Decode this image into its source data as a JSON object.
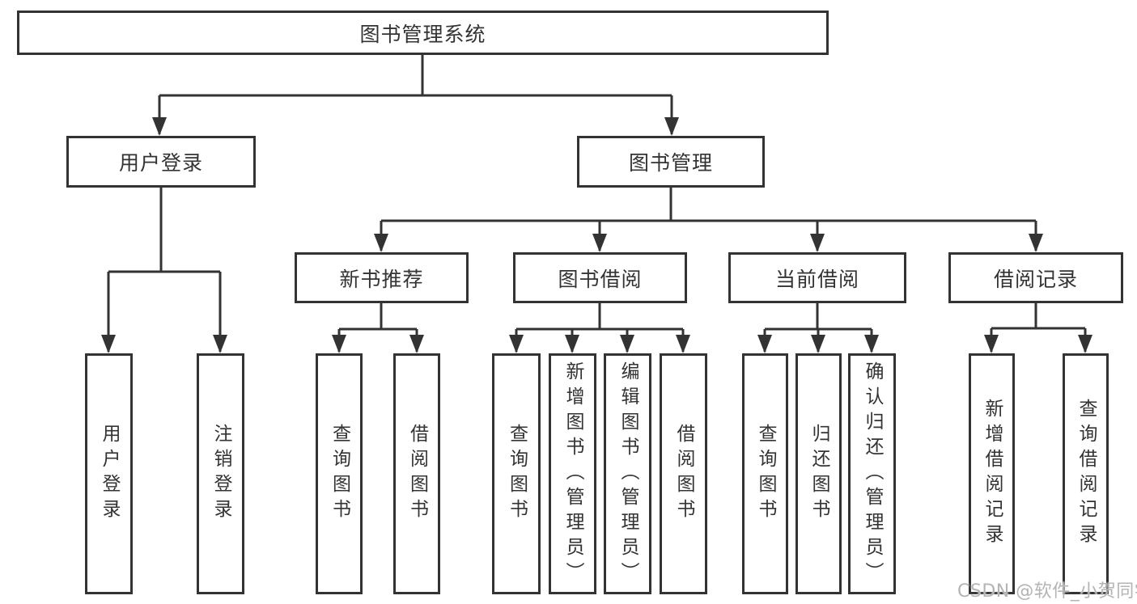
{
  "diagram": {
    "root": {
      "label": "图书管理系统"
    },
    "branches": [
      {
        "label": "用户登录",
        "children": [
          {
            "label": "用户登录"
          },
          {
            "label": "注销登录"
          }
        ]
      },
      {
        "label": "图书管理",
        "children": [
          {
            "label": "新书推荐",
            "children": [
              {
                "label": "查询图书"
              },
              {
                "label": "借阅图书"
              }
            ]
          },
          {
            "label": "图书借阅",
            "children": [
              {
                "label": "查询图书"
              },
              {
                "label": "新增图书（管理员）"
              },
              {
                "label": "编辑图书（管理员）"
              },
              {
                "label": "借阅图书"
              }
            ]
          },
          {
            "label": "当前借阅",
            "children": [
              {
                "label": "查询图书"
              },
              {
                "label": "归还图书"
              },
              {
                "label": "确认归还（管理员）"
              }
            ]
          },
          {
            "label": "借阅记录",
            "children": [
              {
                "label": "新增借阅记录"
              },
              {
                "label": "查询借阅记录"
              }
            ]
          }
        ]
      }
    ]
  },
  "watermark": {
    "text": "CSDN @软件_小贺同学"
  },
  "colors": {
    "line": "#333333",
    "box_border": "#333333",
    "text": "#333333",
    "watermark_text": "#b4b4b4",
    "background": "#ffffff"
  }
}
